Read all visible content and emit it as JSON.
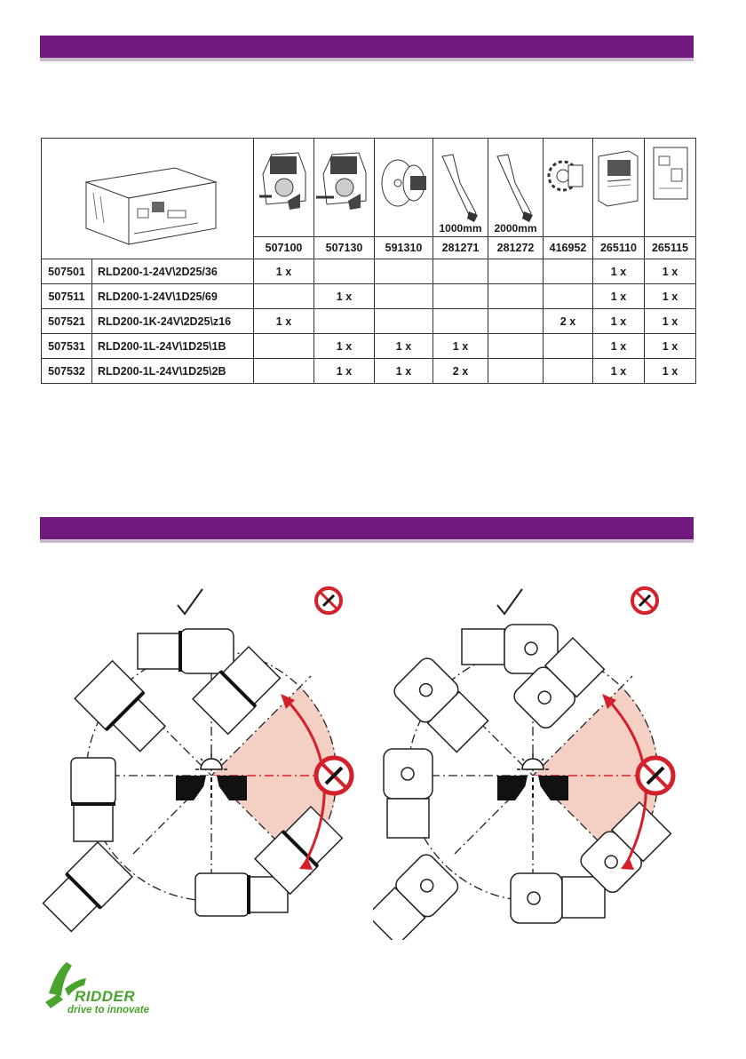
{
  "table": {
    "part_codes": [
      "507100",
      "507130",
      "591310",
      "281271",
      "281272",
      "416952",
      "265110",
      "265115"
    ],
    "length_labels": {
      "c3": "1000mm",
      "c4": "2000mm"
    },
    "rows": [
      {
        "num": "507501",
        "name": "RLD200-1-24V\\2D25/36",
        "q": [
          "1 x",
          "",
          "",
          "",
          "",
          "",
          "1 x",
          "1 x"
        ]
      },
      {
        "num": "507511",
        "name": "RLD200-1-24V\\1D25/69",
        "q": [
          "",
          "1 x",
          "",
          "",
          "",
          "",
          "1 x",
          "1 x"
        ]
      },
      {
        "num": "507521",
        "name": "RLD200-1K-24V\\2D25\\z16",
        "q": [
          "1 x",
          "",
          "",
          "",
          "",
          "2 x",
          "1 x",
          "1 x"
        ]
      },
      {
        "num": "507531",
        "name": "RLD200-1L-24V\\1D25\\1B",
        "q": [
          "",
          "1 x",
          "1 x",
          "1 x",
          "",
          "",
          "1 x",
          "1 x"
        ]
      },
      {
        "num": "507532",
        "name": "RLD200-1L-24V\\1D25\\2B",
        "q": [
          "",
          "1 x",
          "1 x",
          "2 x",
          "",
          "",
          "1 x",
          "1 x"
        ]
      }
    ]
  },
  "logo": {
    "brand": "RIDDER",
    "tagline": "drive to innovate"
  },
  "colors": {
    "accent": "#6f1a7c",
    "warning": "#d4202a",
    "zone": "#f4cfc4",
    "brand": "#4aa32c"
  },
  "icons": [
    "check-icon",
    "no-tool-icon",
    "sun-icon",
    "road-icon"
  ]
}
